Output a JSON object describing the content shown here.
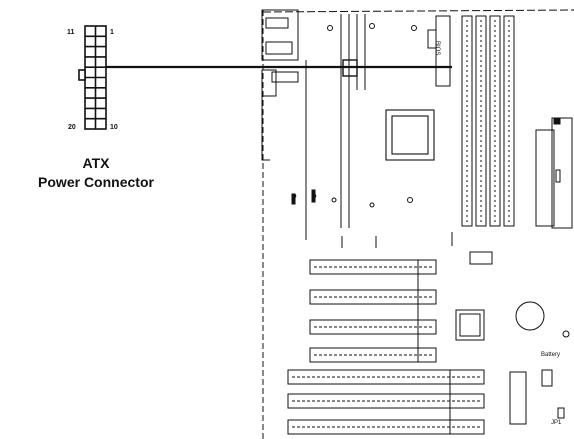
{
  "connector": {
    "pin_top_left": "11",
    "pin_top_right": "1",
    "pin_bottom_left": "20",
    "pin_bottom_right": "10",
    "title_line1": "ATX",
    "title_line2": "Power Connector"
  },
  "board": {
    "label_bios": "BIOS",
    "label_battery": "Battery",
    "label_jp": "JP1"
  }
}
